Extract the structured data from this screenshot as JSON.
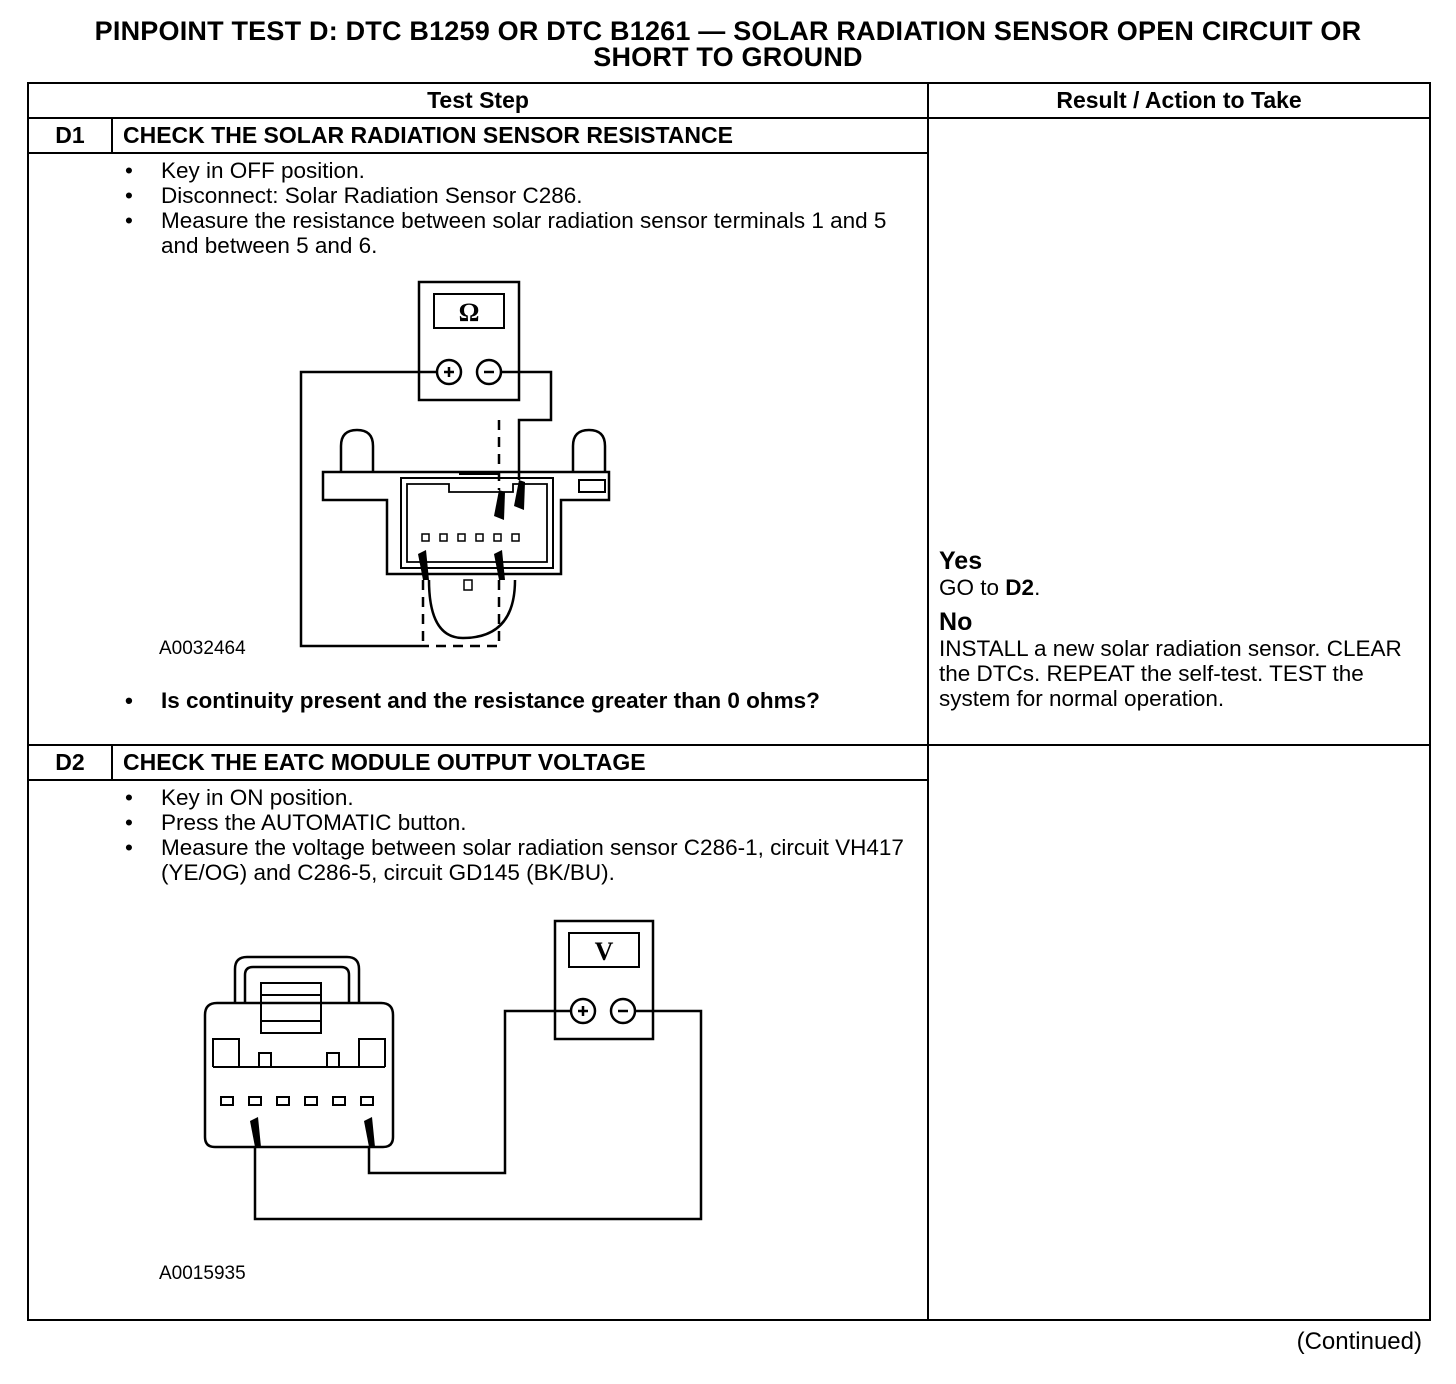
{
  "title": {
    "line1": "PINPOINT TEST  D: DTC B1259 OR DTC B1261 — SOLAR RADIATION SENSOR OPEN CIRCUIT OR",
    "line2": "SHORT TO GROUND"
  },
  "table": {
    "header_test_step": "Test Step",
    "header_result": "Result / Action to Take"
  },
  "steps": [
    {
      "id": "D1",
      "title": "CHECK THE SOLAR RADIATION SENSOR RESISTANCE",
      "bullets": [
        "Key in OFF position.",
        "Disconnect: Solar Radiation Sensor C286.",
        "Measure the resistance between solar radiation sensor terminals 1 and 5 and between 5 and 6."
      ],
      "meter_symbol": "Ω",
      "figure_id": "A0032464",
      "question": "Is continuity present and the resistance greater than 0 ohms?",
      "result": {
        "yes_label": "Yes",
        "yes_text_prefix": "GO to ",
        "yes_target": "D2",
        "yes_text_suffix": ".",
        "no_label": "No",
        "no_text": "INSTALL a new solar radiation sensor. CLEAR the DTCs. REPEAT the self-test. TEST the system for normal operation."
      }
    },
    {
      "id": "D2",
      "title": "CHECK THE EATC MODULE OUTPUT VOLTAGE",
      "bullets": [
        "Key in ON position.",
        "Press the AUTOMATIC button.",
        "Measure the voltage between solar radiation sensor C286-1, circuit VH417 (YE/OG) and C286-5, circuit GD145 (BK/BU)."
      ],
      "meter_symbol": "V",
      "figure_id": "A0015935"
    }
  ],
  "continued": "(Continued)"
}
